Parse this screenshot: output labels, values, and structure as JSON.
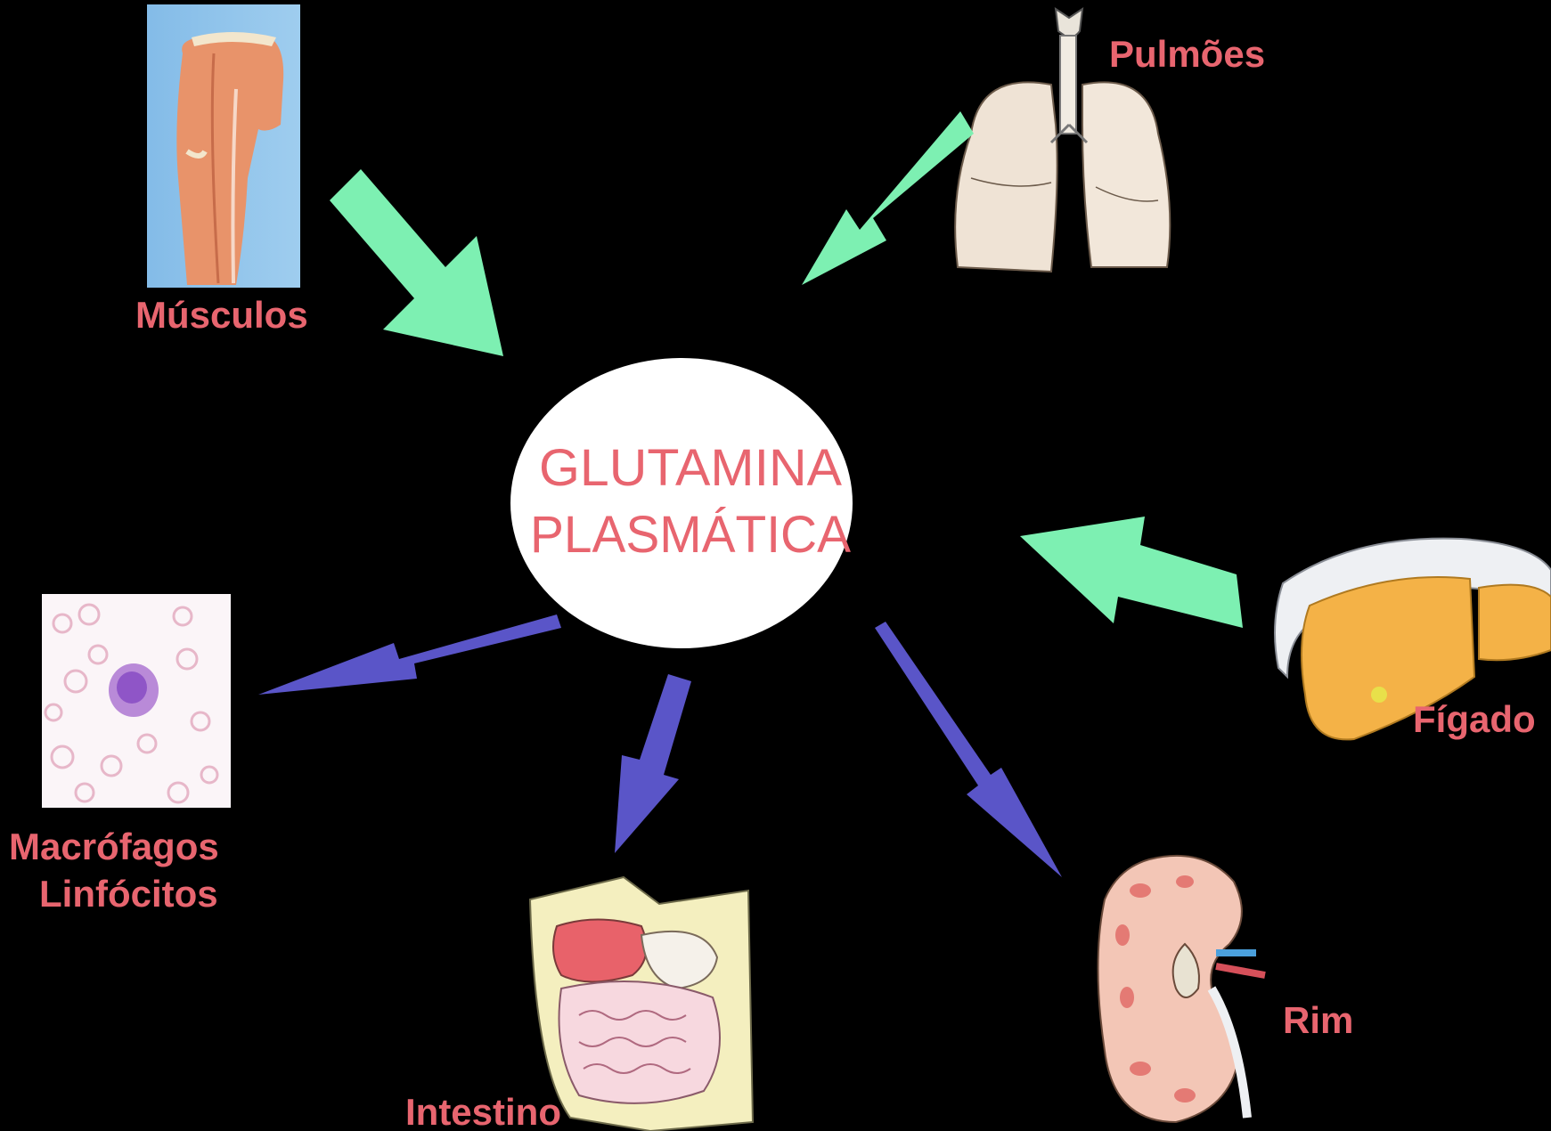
{
  "center": {
    "line1": "GLUTAMINA",
    "line2": "PLASMÁTICA"
  },
  "sources": [
    {
      "id": "musculos",
      "label": "Músculos"
    },
    {
      "id": "pulmoes",
      "label": "Pulmões"
    },
    {
      "id": "figado",
      "label": "Fígado"
    }
  ],
  "consumers": [
    {
      "id": "macrofagos",
      "label_line1": "Macrófagos",
      "label_line2": "Linfócitos"
    },
    {
      "id": "intestino",
      "label": "Intestino"
    },
    {
      "id": "rim",
      "label": "Rim"
    }
  ],
  "colors": {
    "background": "#000000",
    "label": "#e8656f",
    "input_arrow": "#7df0b2",
    "output_arrow": "#5a55c8",
    "ellipse": "#ffffff"
  }
}
